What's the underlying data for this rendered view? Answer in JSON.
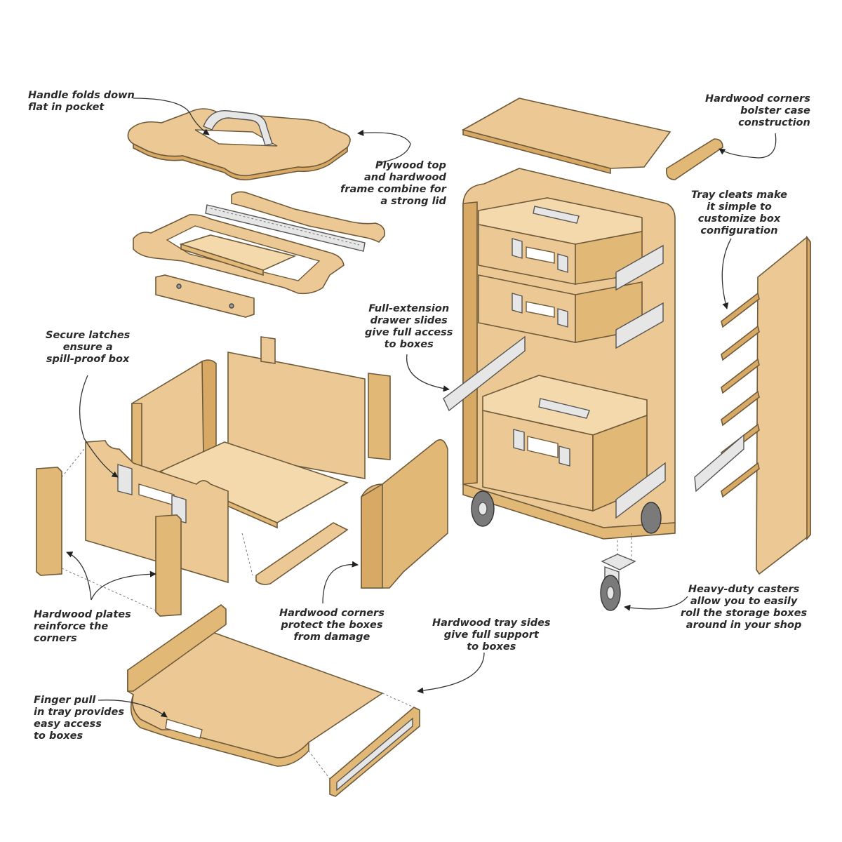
{
  "callouts": {
    "handle": "Handle folds down\nflat in pocket",
    "plywood_top": "Plywood top\nand hardwood\nframe combine for\na strong lid",
    "hardwood_corners_case": "Hardwood corners\nbolster case\nconstruction",
    "tray_cleats": "Tray cleats make\nit simple to\ncustomize box\nconfiguration",
    "full_extension": "Full-extension\ndrawer slides\ngive full access\nto boxes",
    "secure_latches": "Secure latches\nensure a\nspill-proof box",
    "hardwood_plates": "Hardwood plates\nreinforce the\ncorners",
    "hardwood_corners_boxes": "Hardwood corners\nprotect the boxes\nfrom damage",
    "tray_sides": "Hardwood tray sides\ngive full support\nto boxes",
    "casters": "Heavy-duty casters\nallow you to easily\nroll the storage boxes\naround in your shop",
    "finger_pull": "Finger pull\nin tray provides\neasy access\nto boxes"
  },
  "colors": {
    "wood": "#ecc994",
    "wood_dark": "#d8a964",
    "outline": "#6e5a3a",
    "background": "#ffffff"
  }
}
